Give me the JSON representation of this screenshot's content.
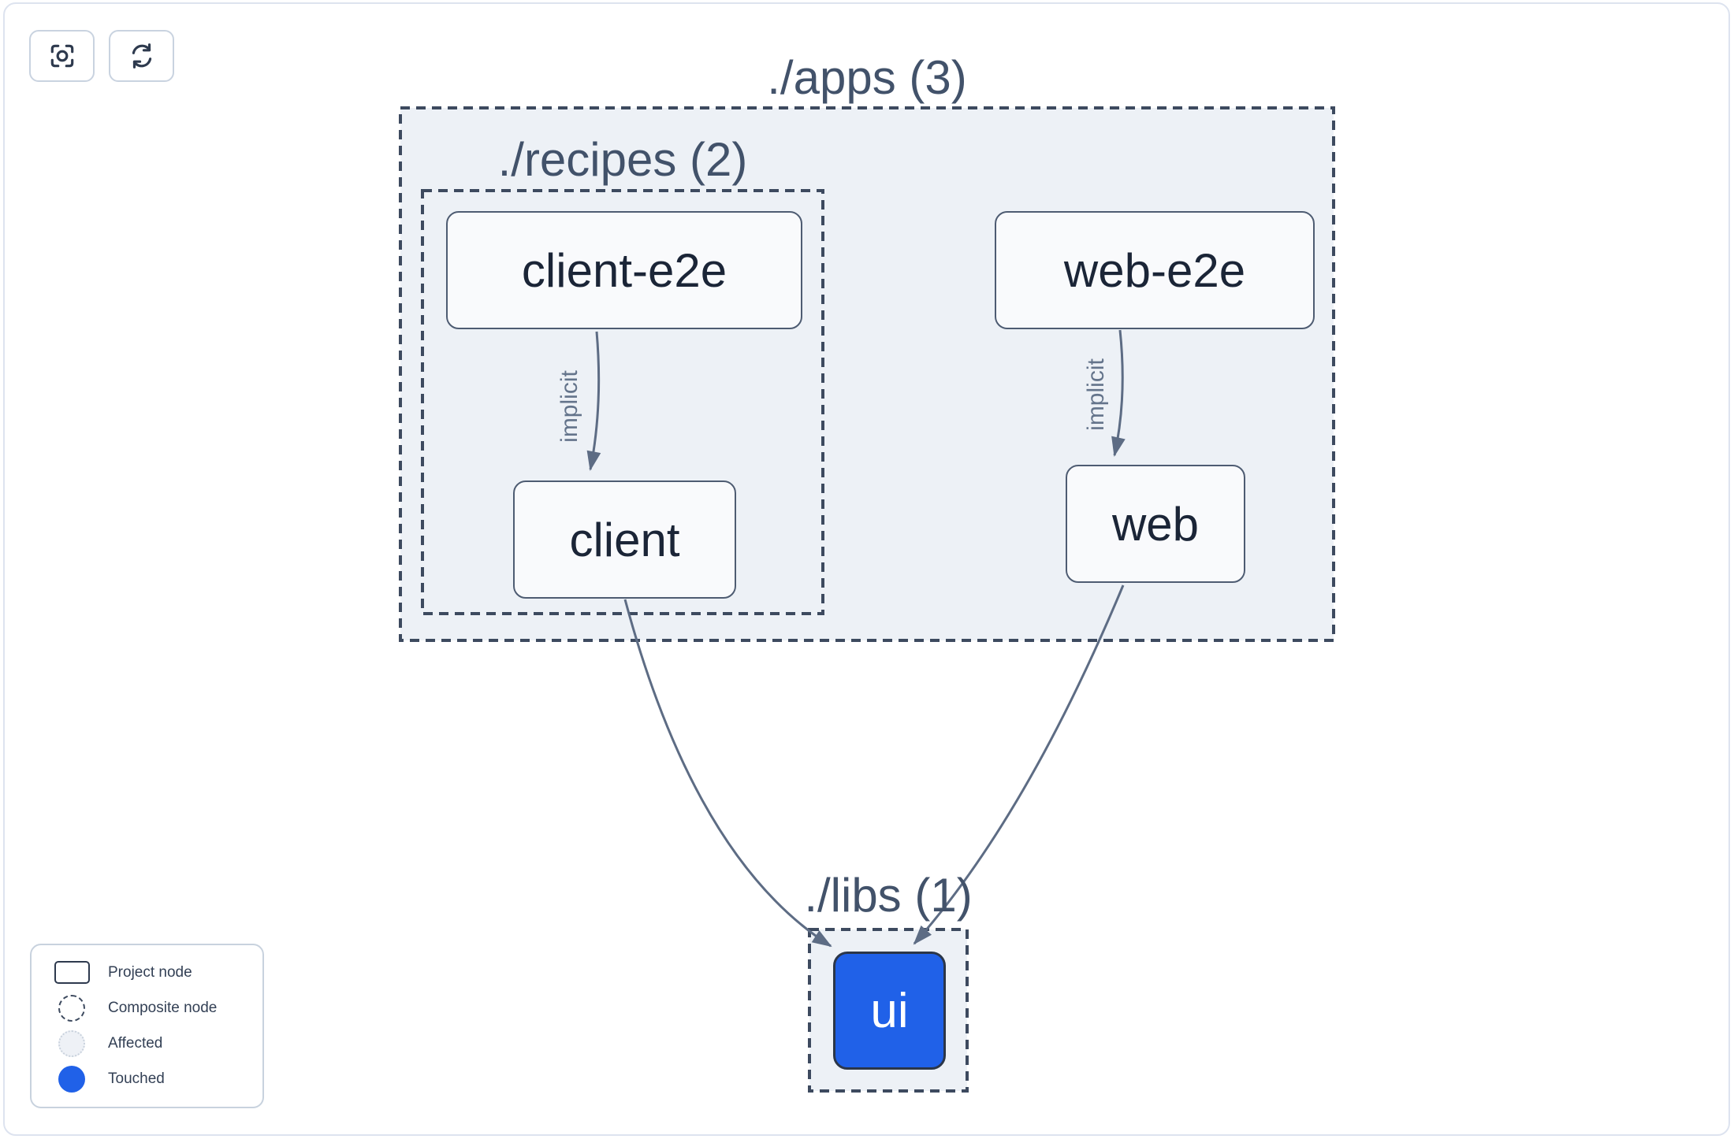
{
  "toolbar": {
    "buttons": [
      {
        "icon": "focus-icon",
        "name": "center-graph"
      },
      {
        "icon": "refresh-icon",
        "name": "refresh-graph"
      }
    ]
  },
  "graph": {
    "groups": [
      {
        "id": "apps",
        "label": "./apps (3)"
      },
      {
        "id": "recipes",
        "label": "./recipes (2)"
      },
      {
        "id": "libs",
        "label": "./libs (1)"
      }
    ],
    "nodes": [
      {
        "id": "client-e2e",
        "label": "client-e2e",
        "state": "normal"
      },
      {
        "id": "web-e2e",
        "label": "web-e2e",
        "state": "normal"
      },
      {
        "id": "client",
        "label": "client",
        "state": "normal"
      },
      {
        "id": "web",
        "label": "web",
        "state": "normal"
      },
      {
        "id": "ui",
        "label": "ui",
        "state": "touched"
      }
    ],
    "edges": [
      {
        "from": "client-e2e",
        "to": "client",
        "label": "implicit"
      },
      {
        "from": "web-e2e",
        "to": "web",
        "label": "implicit"
      },
      {
        "from": "client",
        "to": "ui",
        "label": ""
      },
      {
        "from": "web",
        "to": "ui",
        "label": ""
      }
    ]
  },
  "legend": {
    "items": [
      {
        "swatch": "project-node-swatch",
        "label": "Project node"
      },
      {
        "swatch": "composite-node-swatch",
        "label": "Composite node"
      },
      {
        "swatch": "affected-swatch",
        "label": "Affected"
      },
      {
        "swatch": "touched-swatch",
        "label": "Touched"
      }
    ]
  },
  "colors": {
    "touched_blue": "#2061e8",
    "composite_fill": "#edf1f6",
    "dashed_border": "#3d4a5f",
    "edge": "#5d6c84",
    "node_fill": "#f9fafc",
    "node_border": "#4e5c72",
    "node_text": "#1b2537",
    "group_label_text": "#42526a"
  }
}
